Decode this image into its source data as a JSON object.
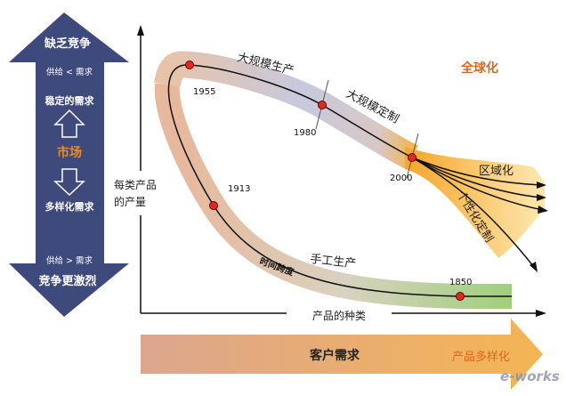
{
  "market_arrow": {
    "top_label": "缺乏竞争",
    "top_supply": "供给 < 需求",
    "stable_demand": "稳定的需求",
    "center_label": "市场",
    "diverse_demand": "多样化需求",
    "bottom_supply": "供给 > 需求",
    "bottom_label": "竞争更激烈",
    "color": "#3f4a7c",
    "center_color": "#e8892a"
  },
  "axes": {
    "y_label_line1": "每类产品",
    "y_label_line2": "的产量",
    "x_label": "产品的种类"
  },
  "curve": {
    "phases": {
      "craft": "手工生产",
      "mass_production": "大规模生产",
      "mass_customization": "大规模定制",
      "globalization": "全球化",
      "regionalization": "区域化",
      "personalization": "个性化定制",
      "time_span": "时间跨度"
    },
    "years": [
      "1850",
      "1913",
      "1955",
      "1980",
      "2000"
    ],
    "accent_color": "#e0651e"
  },
  "bottom_arrow": {
    "label": "客户需求",
    "right_label": "产品多样化",
    "right_label_color": "#e0651e"
  },
  "watermark": "e-works"
}
